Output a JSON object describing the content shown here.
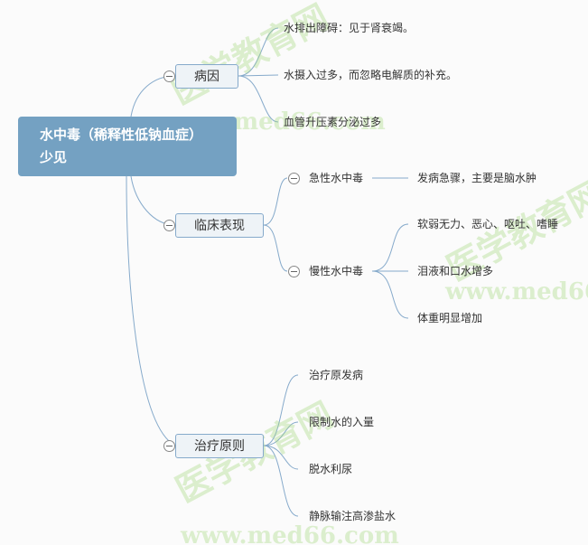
{
  "root": {
    "line1": "水中毒（稀释性低钠血症）",
    "line2": "少见"
  },
  "branches": [
    {
      "label": "病因",
      "children": [
        "水排出障碍：见于肾衰竭。",
        "水摄入过多，而忽略电解质的补充。",
        "血管升压素分泌过多"
      ]
    },
    {
      "label": "临床表现",
      "children": [
        {
          "label": "急性水中毒",
          "children": [
            "发病急骤，主要是脑水肿"
          ]
        },
        {
          "label": "慢性水中毒",
          "children": [
            "软弱无力、恶心、呕吐、嗜睡",
            "泪液和口水增多",
            "体重明显增加"
          ]
        }
      ]
    },
    {
      "label": "治疗原则",
      "children": [
        "治疗原发病",
        "限制水的入量",
        "脱水利尿",
        "静脉输注高渗盐水"
      ]
    }
  ],
  "watermark": {
    "cn": "医学教育网",
    "url": "www.med66.com"
  },
  "colors": {
    "root_bg": "#74a1c2",
    "line": "#86aacb",
    "branch_bg": "#eef3f7"
  }
}
